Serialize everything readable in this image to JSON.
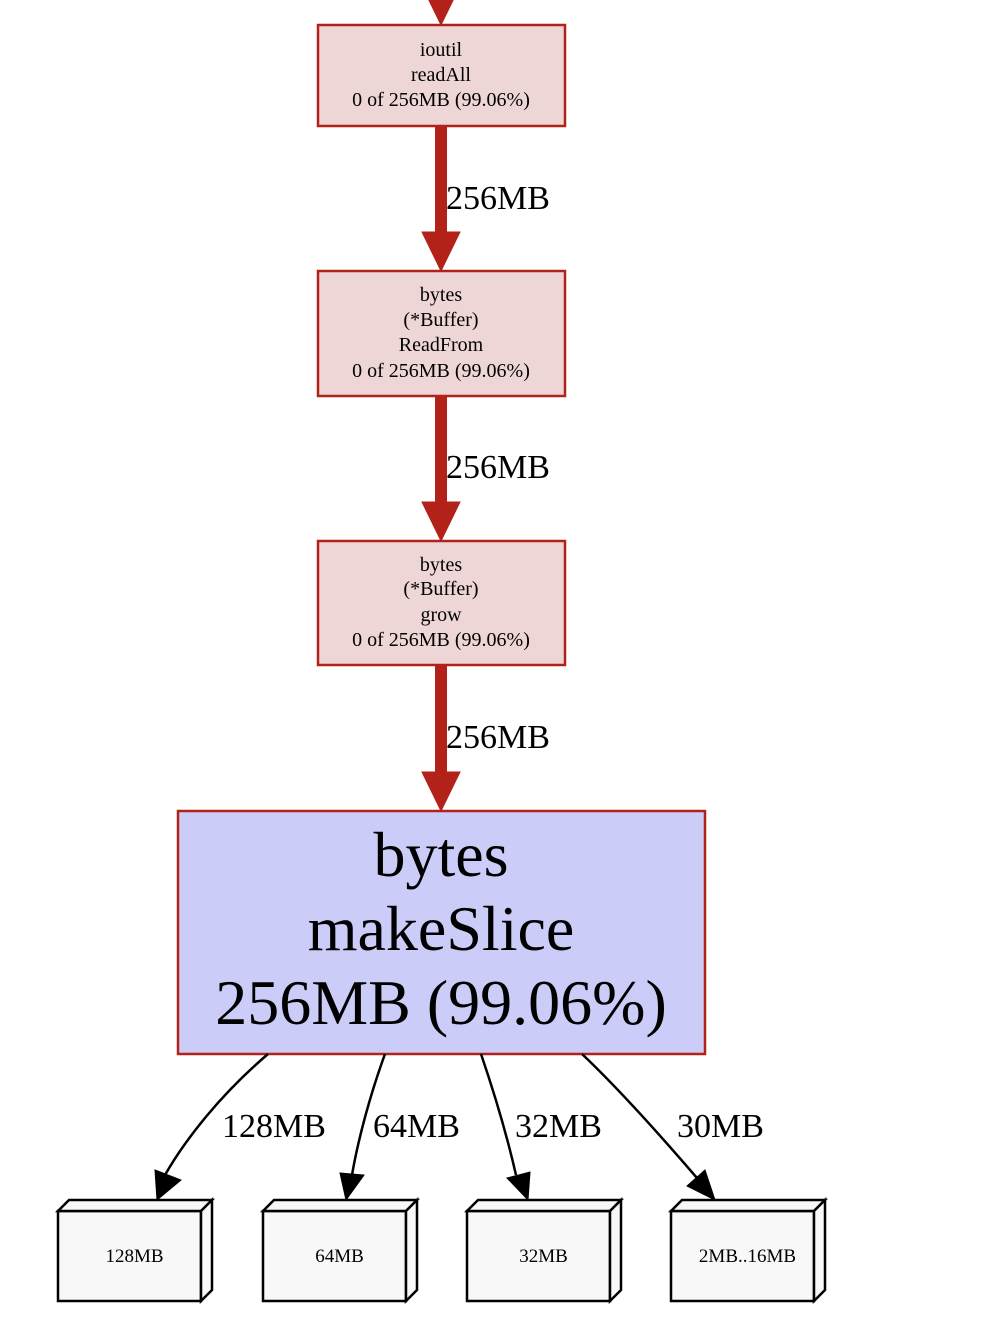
{
  "graph": {
    "colors": {
      "hot_edge": "#b22218",
      "hot_node_fill": "#edd6d5",
      "hot_node_border": "#b22218",
      "leaf_fill": "#ccccf9",
      "tag_fill": "#f8f8f8",
      "tag_border": "#000000",
      "normal_edge": "#000000"
    },
    "nodes": [
      {
        "id": "readAll",
        "lines": [
          "ioutil",
          "readAll",
          "0 of 256MB (99.06%)"
        ]
      },
      {
        "id": "ReadFrom",
        "lines": [
          "bytes",
          "(*Buffer)",
          "ReadFrom",
          "0 of 256MB (99.06%)"
        ]
      },
      {
        "id": "grow",
        "lines": [
          "bytes",
          "(*Buffer)",
          "grow",
          "0 of 256MB (99.06%)"
        ]
      },
      {
        "id": "makeSlice",
        "lines": [
          "bytes",
          "makeSlice",
          "256MB (99.06%)"
        ]
      }
    ],
    "edges": [
      {
        "from": "incoming",
        "to": "readAll",
        "label": ""
      },
      {
        "from": "readAll",
        "to": "ReadFrom",
        "label": "256MB"
      },
      {
        "from": "ReadFrom",
        "to": "grow",
        "label": "256MB"
      },
      {
        "from": "grow",
        "to": "makeSlice",
        "label": "256MB"
      }
    ],
    "tags": [
      {
        "label": "128MB",
        "edge_label": "128MB"
      },
      {
        "label": "64MB",
        "edge_label": "64MB"
      },
      {
        "label": "32MB",
        "edge_label": "32MB"
      },
      {
        "label": "2MB..16MB",
        "edge_label": "30MB"
      }
    ]
  }
}
